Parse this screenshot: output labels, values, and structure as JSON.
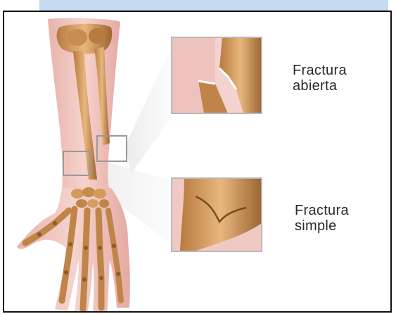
{
  "labels": {
    "open_fracture": {
      "line1": "Fractura",
      "line2": "abierta"
    },
    "simple_fracture": {
      "line1": "Fractura",
      "line2": "simple"
    }
  },
  "colors": {
    "skin": "#f2c6c0",
    "bone": "#d9a066",
    "bone_dark": "#8a5a2b",
    "callout_frame": "#b9b9b9",
    "top_band": "#c6dbf2"
  }
}
